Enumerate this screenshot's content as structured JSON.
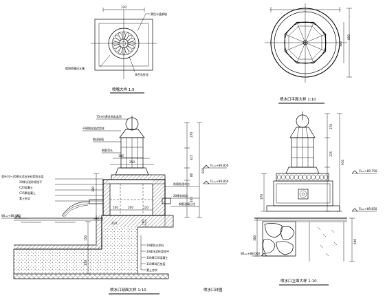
{
  "drawing": {
    "views": {
      "nozzle_detail": {
        "title": "喷嘴大样 1:5"
      },
      "plan_detail": {
        "title": "喷水口平面大样 1:10"
      },
      "section_detail": {
        "title": "喷水口剖面大样 1:10"
      },
      "elevation_detail": {
        "title": "喷水口立面大样 1:10"
      },
      "detail_caption": "喷水口详图"
    },
    "nozzle_labels": [
      "黄色水晶钢玻",
      "镀铜喷嘴出水嘴",
      "多色石柱花"
    ],
    "section_labels_top": [
      "75mm厚花岗岩盖顶",
      "不锈钢支架造型柱",
      "钢化玻璃",
      "钢筋弯头"
    ],
    "section_labels_left": [
      "室外10~20厚水泥石灰砂浆防水层",
      "20厚水泥砂浆找平",
      "C20混凝土",
      "C15素混凝土",
      "素土夯实"
    ],
    "section_labels_bottom": [
      "20厚防水涂料",
      "20厚水泥砂浆找平",
      "100厚C20混凝土",
      "150厚碎石垫层",
      "素土夯实"
    ],
    "section_labels_right": [
      "防腐处理木方",
      "20厚花岗岩",
      "钢筋混凝土柱"
    ],
    "elevations": {
      "section_top": "FL=+89.850",
      "section_mid": "FL=+89.850",
      "section_water": "WL=+88.850",
      "elev_top": "FL=+89.750",
      "elev_mid": "FL=+89.850",
      "elev_water": "WL=+88.060"
    },
    "dims": {
      "sec_270": "270",
      "sec_315": "315",
      "sec_910": "910",
      "sec_465": "465",
      "sec_380": "380",
      "sec_250": "250",
      "sec_185": "185",
      "sec_150": "150",
      "sec_120": "120",
      "sec_100": "100",
      "sec_200": "200",
      "sec_210": "210",
      "sec_370": "370",
      "sec_160": "160",
      "sec_80": "80",
      "elev_270": "270",
      "elev_315": "315",
      "elev_910": "910",
      "elev_370": "370",
      "elev_300": "300",
      "elev_500": "500",
      "plan_850": "850",
      "plan_300": "300",
      "noz_120": "120"
    }
  }
}
